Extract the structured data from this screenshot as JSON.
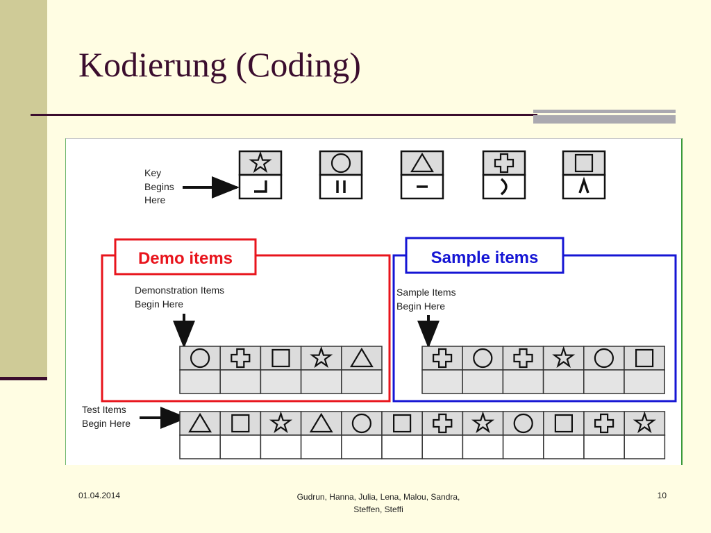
{
  "slide": {
    "title": "Kodierung (Coding)",
    "footer": {
      "date": "01.04.2014",
      "authors_line1": "Gudrun, Hanna, Julia, Lena, Malou, Sandra,",
      "authors_line2": "Steffen, Steffi",
      "page_number": "10"
    },
    "colors": {
      "title": "#3b0d2e",
      "background": "#fffde3",
      "band": "#cfcb97",
      "demo": "#e8141c",
      "sample": "#1515d4"
    }
  },
  "figure": {
    "key_label": [
      "Key",
      "Begins",
      "Here"
    ],
    "key_pairs": [
      {
        "shape": "star",
        "code": "corner"
      },
      {
        "shape": "circle",
        "code": "double-bar"
      },
      {
        "shape": "triangle",
        "code": "dash"
      },
      {
        "shape": "cross",
        "code": "right-paren"
      },
      {
        "shape": "square",
        "code": "caret"
      }
    ],
    "demo": {
      "title": "Demo items",
      "label": [
        "Demonstration Items",
        "Begin Here"
      ],
      "shapes": [
        "circle",
        "cross",
        "square",
        "star",
        "triangle"
      ]
    },
    "sample": {
      "title": "Sample items",
      "label": [
        "Sample Items",
        "Begin Here"
      ],
      "shapes": [
        "cross",
        "circle",
        "cross",
        "star",
        "circle",
        "square"
      ]
    },
    "test": {
      "label": [
        "Test Items",
        "Begin Here"
      ],
      "shapes": [
        "triangle",
        "square",
        "star",
        "triangle",
        "circle",
        "square",
        "cross",
        "star",
        "circle",
        "square",
        "cross",
        "star"
      ]
    }
  }
}
